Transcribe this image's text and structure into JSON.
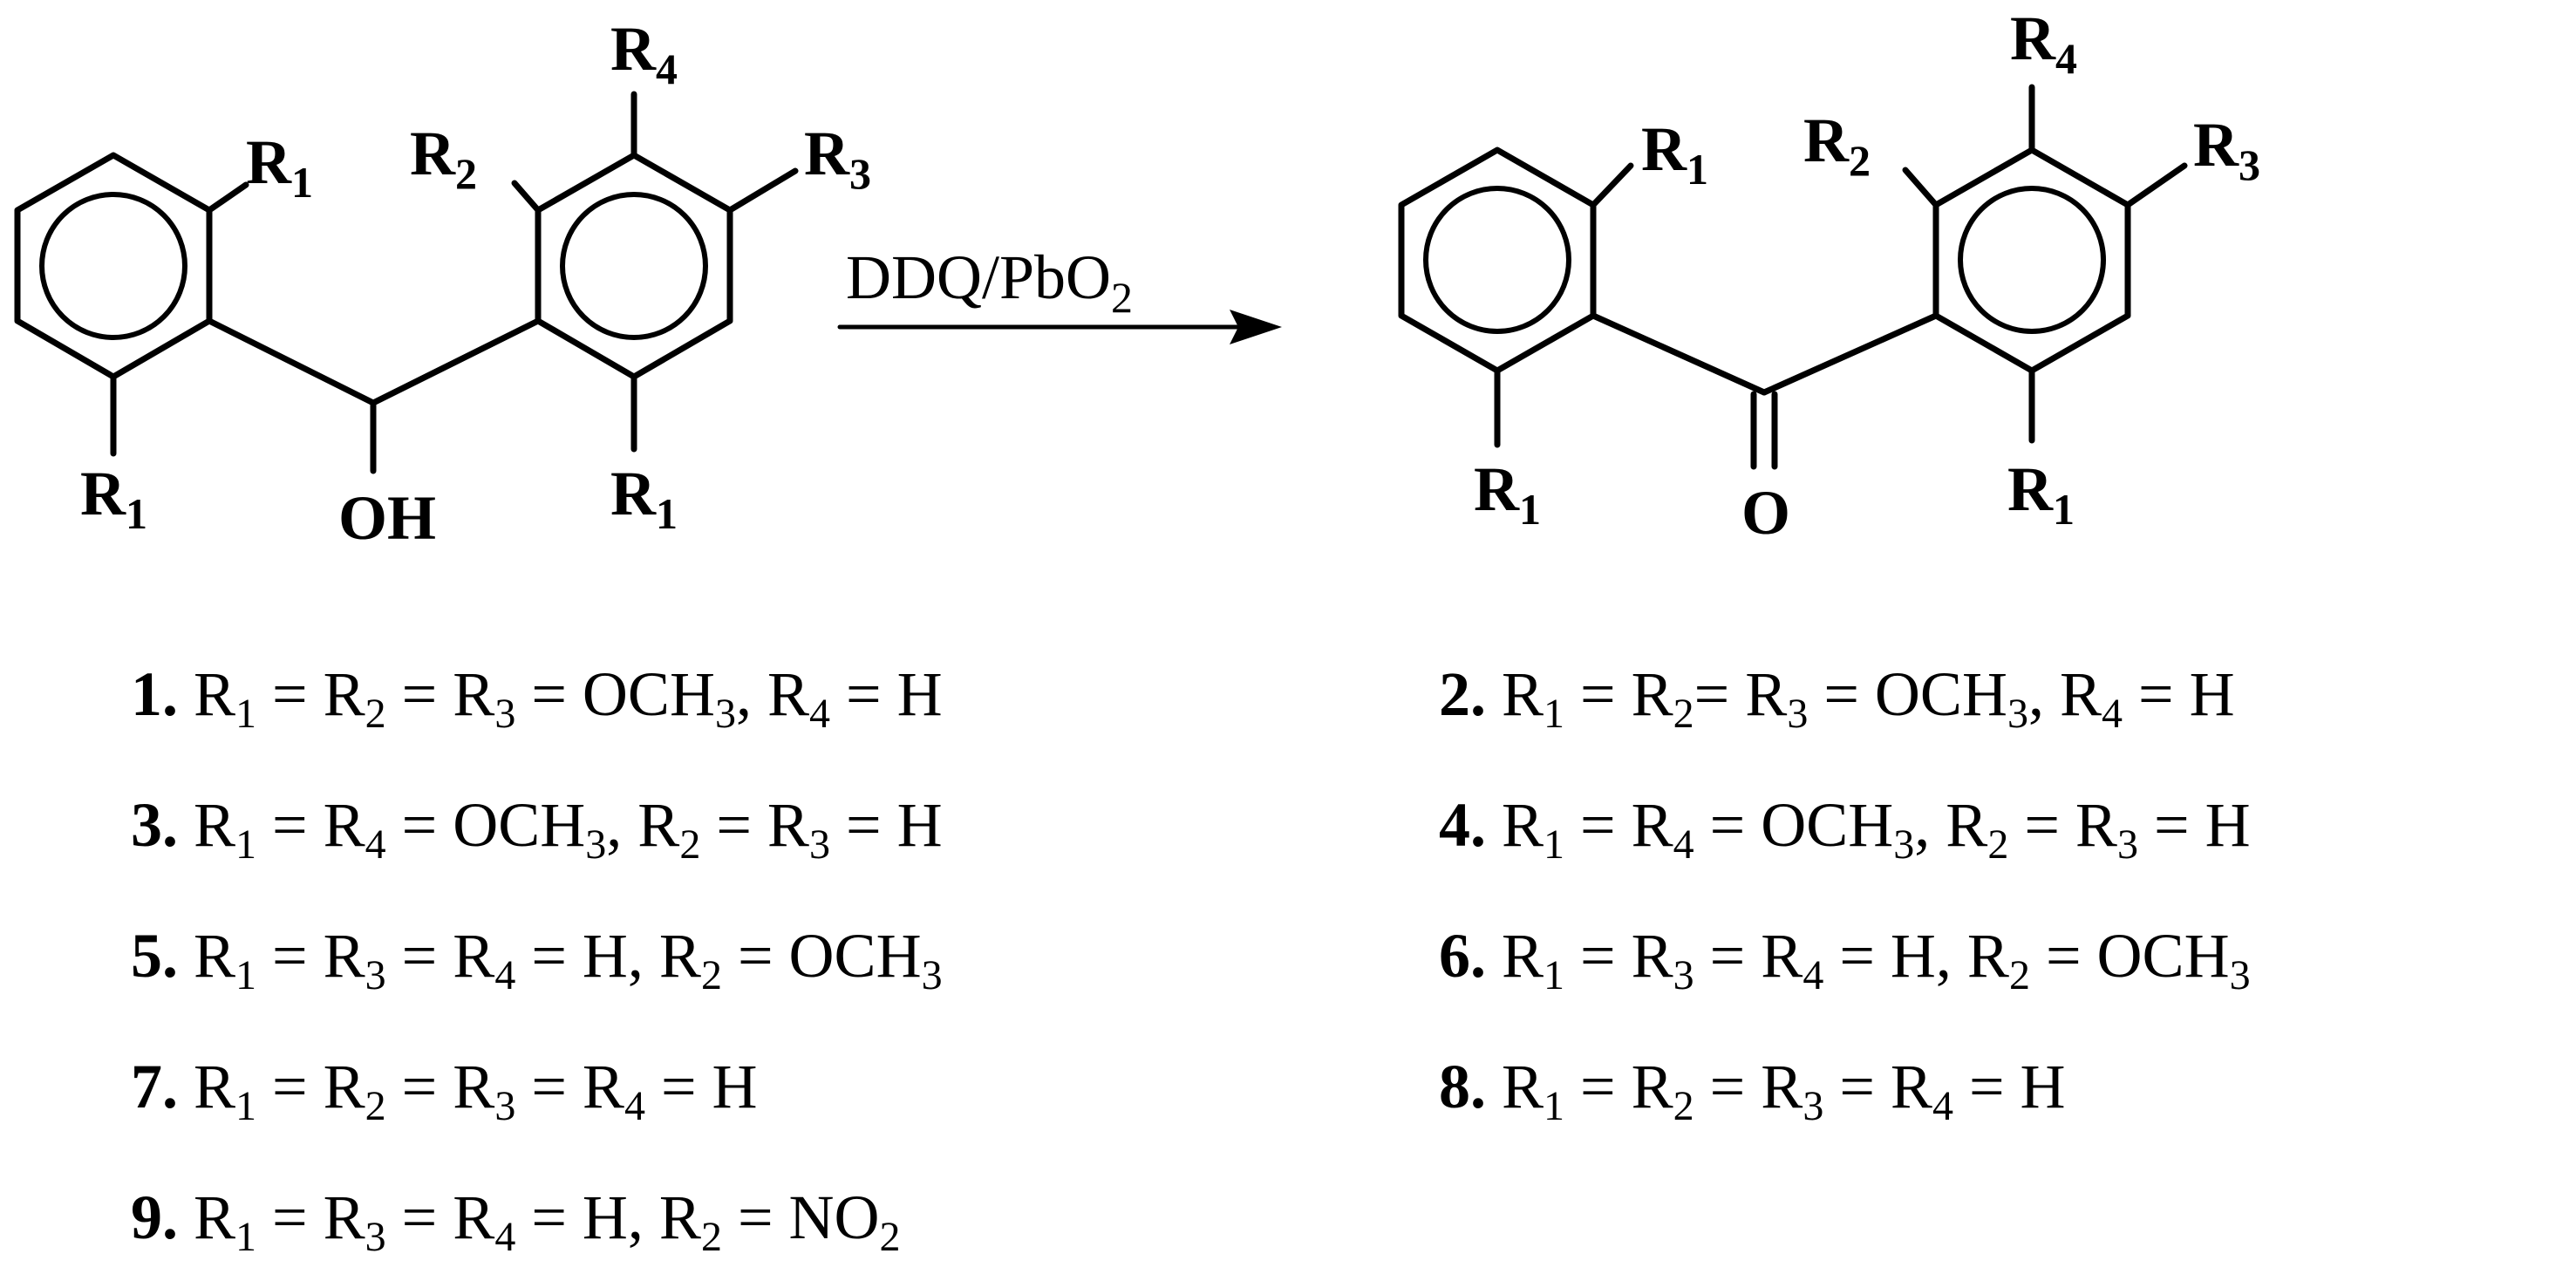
{
  "reagent": {
    "main": "DDQ/PbO",
    "sub": "2"
  },
  "reactant_labels": {
    "r1_top": "R",
    "r1_top_sub": "1",
    "r1_bottom_left": "R",
    "r1_bottom_left_sub": "1",
    "oh": "OH",
    "r2": "R",
    "r2_sub": "2",
    "r4": "R",
    "r4_sub": "4",
    "r3": "R",
    "r3_sub": "3",
    "r1_bottom_right": "R",
    "r1_bottom_right_sub": "1"
  },
  "product_labels": {
    "r1_top": "R",
    "r1_top_sub": "1",
    "r1_bottom_left": "R",
    "r1_bottom_left_sub": "1",
    "o": "O",
    "r2": "R",
    "r2_sub": "2",
    "r4": "R",
    "r4_sub": "4",
    "r3": "R",
    "r3_sub": "3",
    "r1_bottom_right": "R",
    "r1_bottom_right_sub": "1"
  },
  "compounds": {
    "c1": {
      "num": "1.",
      "p1": " R",
      "s1": "1",
      "p2": " =  R",
      "s2": "2",
      "p3": "  =  R",
      "s3": "3",
      "p4": " =  OCH",
      "s4": "3",
      "p5": ",  R",
      "s5": "4",
      "p6": " =  H"
    },
    "c2": {
      "num": "2.",
      "p1": " R",
      "s1": "1",
      "p2": " =  R",
      "s2": "2",
      "p3": "=  R",
      "s3": "3",
      "p4": " = OCH",
      "s4": "3",
      "p5": ", R",
      "s5": "4",
      "p6": " = H"
    },
    "c3": {
      "num": "3.",
      "p1": "  R",
      "s1": "1",
      "p2": " =   R",
      "s2": "4",
      "p3": " = OCH",
      "s3": "3",
      "p4": ", R",
      "s4": "2",
      "p5": " =  R",
      "s5": "3",
      "p6": " =  H"
    },
    "c4": {
      "num": "4.",
      "p1": " R",
      "s1": "1",
      "p2": " =   R",
      "s2": "4",
      "p3": " = OCH",
      "s3": "3",
      "p4": ", R",
      "s4": "2",
      "p5": " =  R",
      "s5": "3",
      "p6": " =  H"
    },
    "c5": {
      "num": "5.",
      "p1": " R",
      "s1": "1",
      "p2": " = R",
      "s2": "3",
      "p3": " = R",
      "s3": "4",
      "p4": " = H, R",
      "s4": "2",
      "p5": " = OCH",
      "s5": "3"
    },
    "c6": {
      "num": "6.",
      "p1": " R",
      "s1": "1",
      "p2": " = R",
      "s2": "3",
      "p3": " = R",
      "s3": "4",
      "p4": " = H, R",
      "s4": "2",
      "p5": " = OCH",
      "s5": "3"
    },
    "c7": {
      "num": "7.",
      "p1": " R",
      "s1": "1",
      "p2": " = R",
      "s2": "2",
      "p3": " = R",
      "s3": "3",
      "p4": " = R",
      "s4": "4",
      "p5": " = H"
    },
    "c8": {
      "num": "8.",
      "p1": " R",
      "s1": "1",
      "p2": " = R",
      "s2": "2",
      "p3": " = R",
      "s3": "3",
      "p4": " = R",
      "s4": "4",
      "p5": " = H"
    },
    "c9": {
      "num": "9.",
      "p1": " R",
      "s1": "1",
      "p2": " = R",
      "s2": "3",
      "p3": " = R",
      "s3": "4",
      "p4": " = H, R",
      "s4": "2",
      "p5": " = NO",
      "s5": "2"
    }
  }
}
